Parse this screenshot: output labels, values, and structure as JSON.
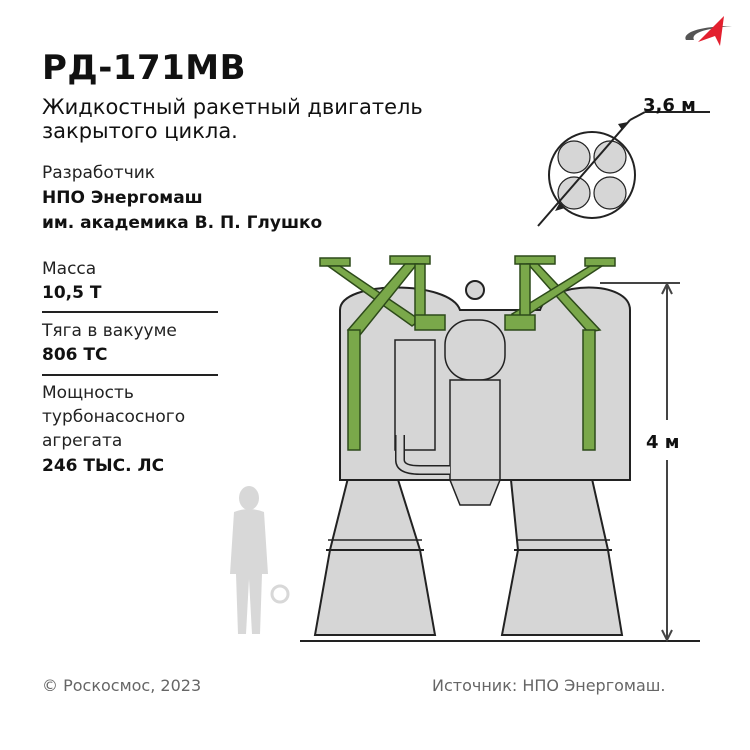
{
  "header": {
    "title": "РД-171МВ",
    "subtitle_line1": "Жидкостный ракетный двигатель",
    "subtitle_line2": "закрытого цикла."
  },
  "developer": {
    "label": "Разработчик",
    "value_line1": "НПО Энергомаш",
    "value_line2": "им. академика В. П. Глушко"
  },
  "specs": [
    {
      "label": "Масса",
      "value": "10,5 Т"
    },
    {
      "label": "Тяга в вакууме",
      "value": "806 ТС"
    },
    {
      "label_line1": "Мощность",
      "label_line2": "турбонасосного",
      "label_line3": "агрегата",
      "value": "246 ТЫС. ЛС"
    }
  ],
  "diagram": {
    "diameter_label": "3,6 м",
    "height_label": "4 м",
    "frame_color": "#7aa84a",
    "engine_color": "#d6d6d6",
    "outline_color": "#222222"
  },
  "logo": {
    "icon": "roscosmos-logo-icon",
    "red": "#e3202f",
    "grey": "#555555"
  },
  "footer": {
    "copyright": "© Роскосмос, 2023",
    "source": "Источник: НПО Энергомаш."
  }
}
